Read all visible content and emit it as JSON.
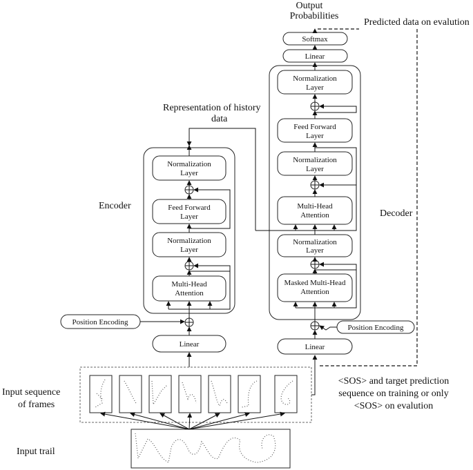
{
  "output": {
    "line1": "Output",
    "line2": "Probabilities"
  },
  "predicted_label": "Predicted data on evalution",
  "decoder": {
    "title": "Decoder",
    "softmax": "Softmax",
    "linear_top": "Linear",
    "norm_top": {
      "l1": "Normalization",
      "l2": "Layer"
    },
    "ff": {
      "l1": "Feed Forward",
      "l2": "Layer"
    },
    "norm_mid": {
      "l1": "Normalization",
      "l2": "Layer"
    },
    "mha": {
      "l1": "Multi-Head",
      "l2": "Attention"
    },
    "norm_low": {
      "l1": "Normalization",
      "l2": "Layer"
    },
    "masked": {
      "l1": "Masked Multi-Head",
      "l2": "Attention"
    },
    "pos_enc": "Position Encoding",
    "linear_bottom": "Linear"
  },
  "encoder": {
    "title": "Encoder",
    "norm_top": {
      "l1": "Normalization",
      "l2": "Layer"
    },
    "ff": {
      "l1": "Feed Forward",
      "l2": "Layer"
    },
    "norm_low": {
      "l1": "Normalization",
      "l2": "Layer"
    },
    "mha": {
      "l1": "Multi-Head",
      "l2": "Attention"
    },
    "pos_enc": "Position Encoding",
    "linear": "Linear"
  },
  "history": {
    "l1": "Representation of history",
    "l2": "data"
  },
  "input_sequence": {
    "l1": "Input sequence",
    "l2": "of frames"
  },
  "input_trail": "Input trail",
  "sos_note": {
    "l1": "<SOS> and target prediction",
    "l2": "sequence on training or only",
    "l3": "<SOS> on evalution"
  }
}
